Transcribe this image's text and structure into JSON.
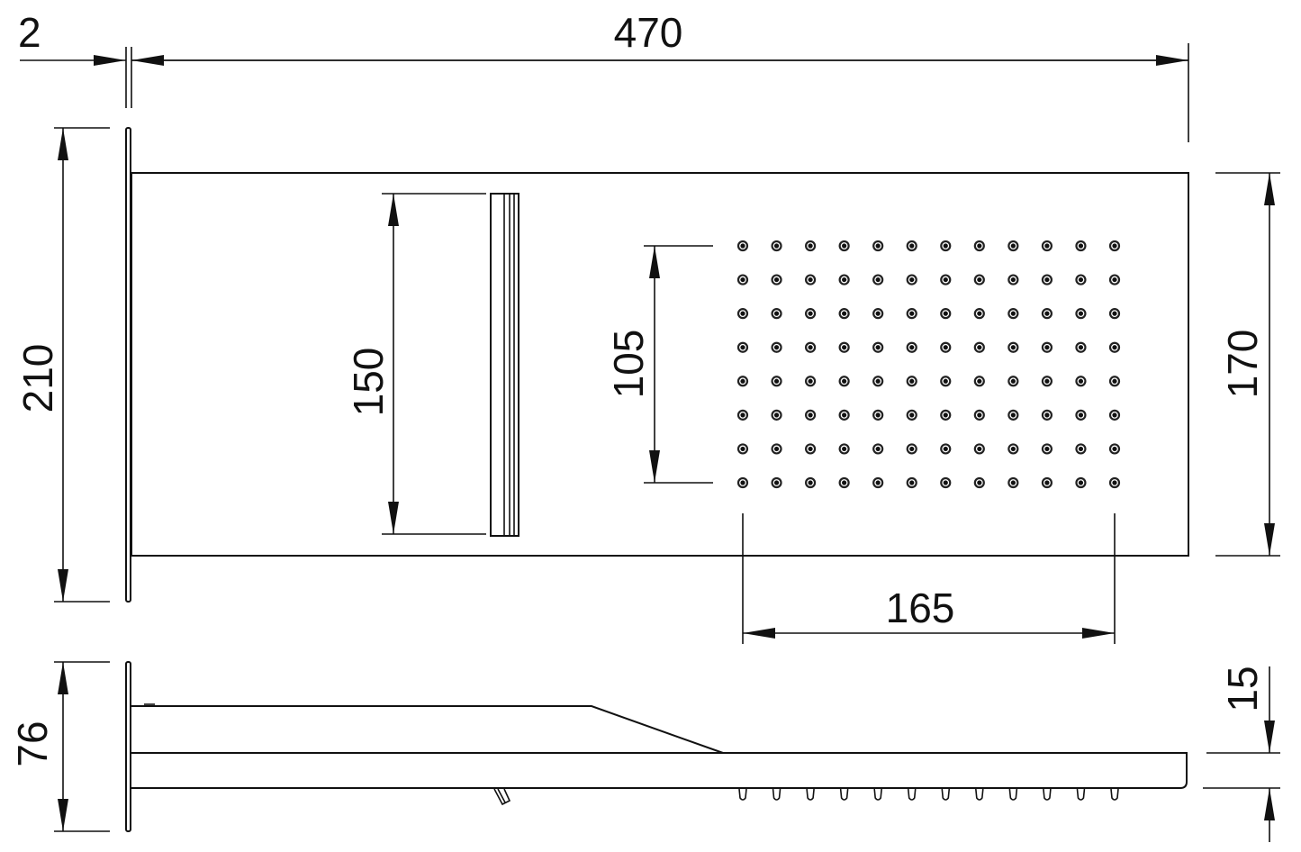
{
  "dimensions": {
    "plate_thickness": "2",
    "total_length": "470",
    "plate_height": "210",
    "slot_length": "150",
    "nozzle_field_height": "105",
    "head_width": "170",
    "nozzle_field_width": "165",
    "total_depth": "76",
    "head_thickness": "15"
  },
  "nozzle_grid": {
    "columns": 12,
    "rows": 8
  },
  "colors": {
    "line": "#111111",
    "background": "#ffffff"
  }
}
